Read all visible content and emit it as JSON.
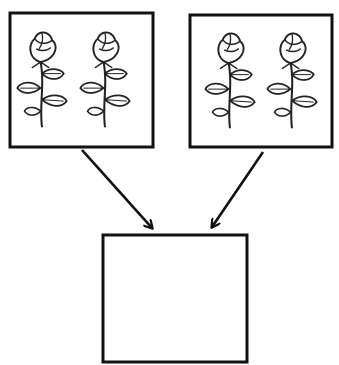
{
  "diagram": {
    "boxes": [
      {
        "role": "parent",
        "contents": "flowers",
        "flower_count": 2
      },
      {
        "role": "parent",
        "contents": "flowers",
        "flower_count": 2
      },
      {
        "role": "offspring",
        "contents": "empty"
      }
    ],
    "arrows": [
      {
        "from": "parent-1",
        "to": "offspring"
      },
      {
        "from": "parent-2",
        "to": "offspring"
      }
    ],
    "colors": {
      "stroke": "#111111",
      "background": "#ffffff"
    },
    "icons": [
      "rose-icon"
    ]
  }
}
